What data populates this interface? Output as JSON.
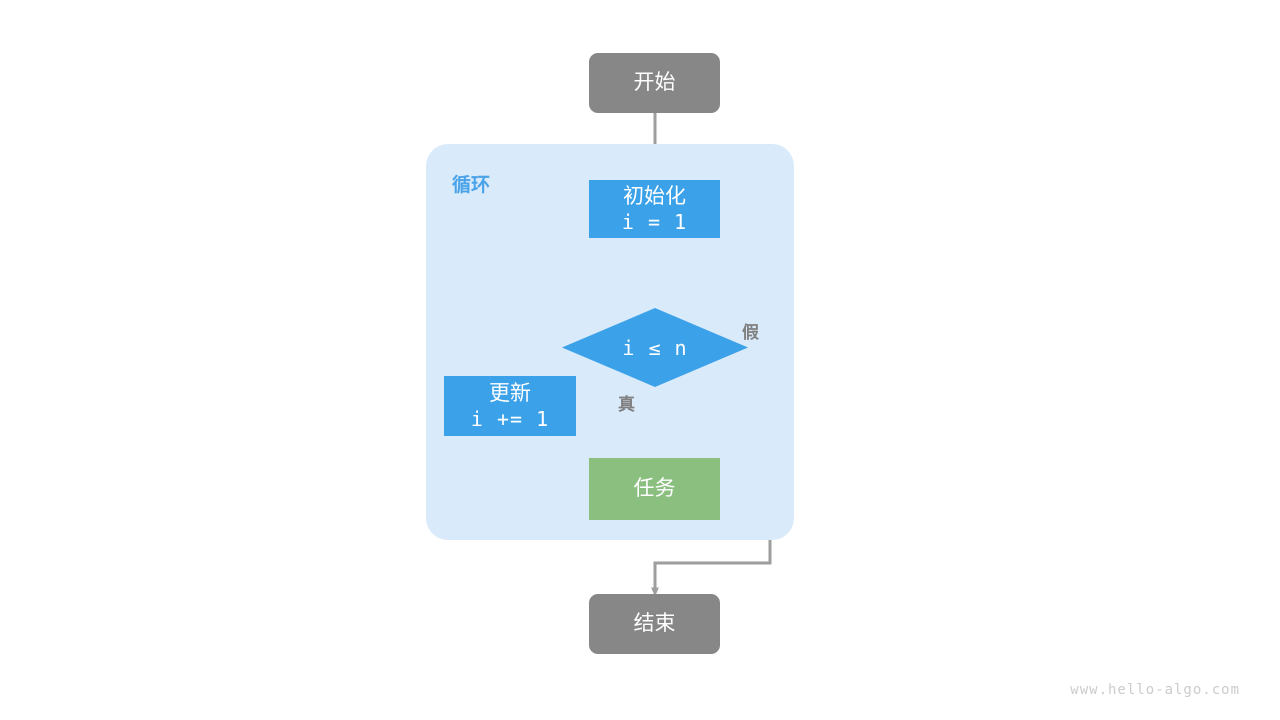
{
  "diagram": {
    "title": "for-loop-flowchart",
    "colors": {
      "terminal": "#878787",
      "process_blue": "#3ba1e8",
      "process_green": "#8bbf80",
      "loop_container": "#d9eafb",
      "loop_label": "#4aa3e8",
      "connector": "#9e9e9e",
      "label_text": "#808080",
      "watermark": "#cccccc"
    },
    "loop_block": {
      "label": "循环"
    },
    "nodes": {
      "start": {
        "label": "开始"
      },
      "init": {
        "label": "初始化",
        "expression": "i = 1"
      },
      "decision": {
        "condition": "i ≤ n"
      },
      "update": {
        "label": "更新",
        "expression": "i += 1"
      },
      "task": {
        "label": "任务"
      },
      "end": {
        "label": "结束"
      }
    },
    "edge_labels": {
      "true_branch": "真",
      "false_branch": "假"
    }
  },
  "watermark": "www.hello-algo.com"
}
